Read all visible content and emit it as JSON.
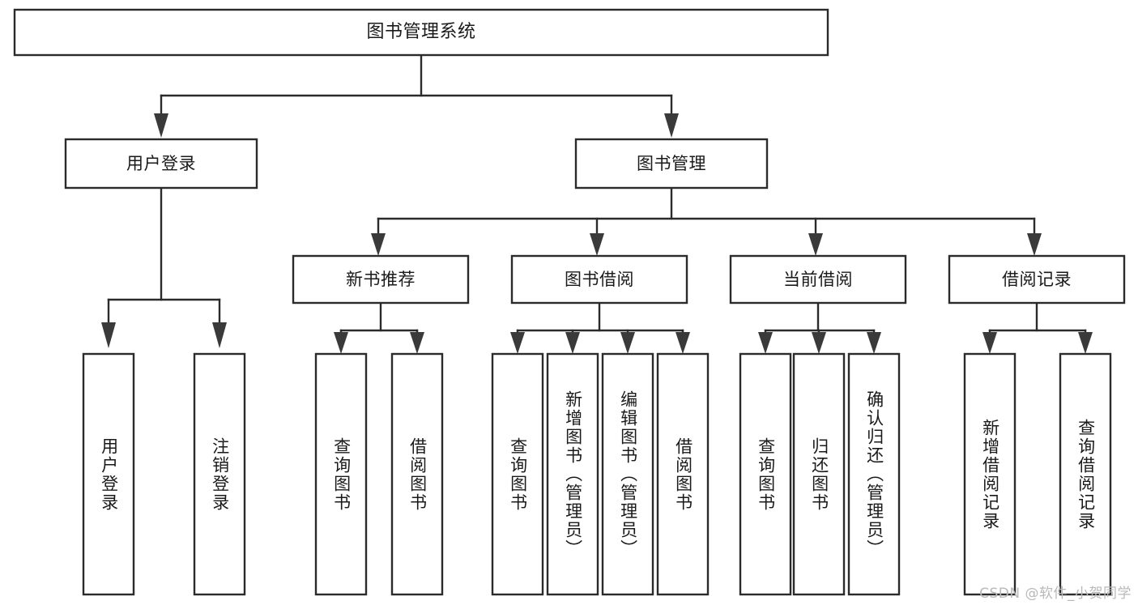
{
  "diagram": {
    "title": "图书管理系统",
    "watermark": "CSDN @软件_小贺同学",
    "accent_color": "#2b2b2b",
    "background_color": "#ffffff",
    "levels": {
      "level1": [
        {
          "id": "root",
          "label": "图书管理系统",
          "orientation": "horizontal"
        }
      ],
      "level2": [
        {
          "id": "user-login",
          "label": "用户登录",
          "orientation": "horizontal"
        },
        {
          "id": "book-management",
          "label": "图书管理",
          "orientation": "horizontal"
        }
      ],
      "level3": [
        {
          "id": "new-book-recommend",
          "label": "新书推荐",
          "orientation": "horizontal",
          "parent": "book-management"
        },
        {
          "id": "book-borrow",
          "label": "图书借阅",
          "orientation": "horizontal",
          "parent": "book-management"
        },
        {
          "id": "current-borrow",
          "label": "当前借阅",
          "orientation": "horizontal",
          "parent": "book-management"
        },
        {
          "id": "borrow-record",
          "label": "借阅记录",
          "orientation": "horizontal",
          "parent": "book-management"
        }
      ],
      "level4": [
        {
          "id": "leaf-user-login",
          "label": "用户登录",
          "orientation": "vertical",
          "parent": "user-login"
        },
        {
          "id": "leaf-user-logout",
          "label": "注销登录",
          "orientation": "vertical",
          "parent": "user-login"
        },
        {
          "id": "leaf-query-book-1",
          "label": "查询图书",
          "orientation": "vertical",
          "parent": "new-book-recommend"
        },
        {
          "id": "leaf-borrow-book-1",
          "label": "借阅图书",
          "orientation": "vertical",
          "parent": "new-book-recommend"
        },
        {
          "id": "leaf-query-book-2",
          "label": "查询图书",
          "orientation": "vertical",
          "parent": "book-borrow"
        },
        {
          "id": "leaf-add-book",
          "label": "新增图书（管理员）",
          "orientation": "vertical",
          "parent": "book-borrow"
        },
        {
          "id": "leaf-edit-book",
          "label": "编辑图书（管理员）",
          "orientation": "vertical",
          "parent": "book-borrow"
        },
        {
          "id": "leaf-borrow-book-2",
          "label": "借阅图书",
          "orientation": "vertical",
          "parent": "book-borrow"
        },
        {
          "id": "leaf-query-book-3",
          "label": "查询图书",
          "orientation": "vertical",
          "parent": "current-borrow"
        },
        {
          "id": "leaf-return-book",
          "label": "归还图书",
          "orientation": "vertical",
          "parent": "current-borrow"
        },
        {
          "id": "leaf-confirm-return",
          "label": "确认归还（管理员）",
          "orientation": "vertical",
          "parent": "current-borrow"
        },
        {
          "id": "leaf-add-record",
          "label": "新增借阅记录",
          "orientation": "vertical",
          "parent": "borrow-record"
        },
        {
          "id": "leaf-query-record",
          "label": "查询借阅记录",
          "orientation": "vertical",
          "parent": "borrow-record"
        }
      ]
    }
  }
}
